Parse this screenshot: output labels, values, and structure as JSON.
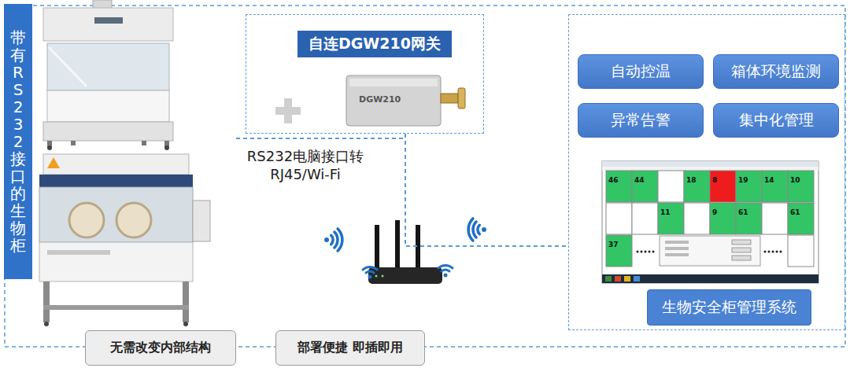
{
  "diagram": {
    "nodes": [
      {
        "text": [
          "带有RS232接口的生物柜"
        ]
      },
      {
        "text": [
          "自连DGW210网关"
        ]
      },
      {
        "text": [
          "生物安全柜管理系统"
        ]
      },
      {
        "text": [
          "自动控温"
        ],
        "in": 2
      },
      {
        "text": [
          "箱体环境监测"
        ],
        "in": 2
      },
      {
        "text": [
          "异常告警"
        ],
        "in": 2
      },
      {
        "text": [
          "集中化管理"
        ],
        "in": 2
      },
      {
        "text": [
          "无需改变内部结构"
        ]
      },
      {
        "text": [
          "部署便捷 即插即用"
        ]
      }
    ],
    "edges": [
      {
        "from": 1,
        "to": 2,
        "arrow": "none",
        "label": "RS232电脑接口转 RJ45/Wi-Fi"
      }
    ],
    "labels": [
      "DGW210",
      "46",
      "44",
      "18",
      "8",
      "19",
      "14",
      "10",
      "11",
      "9",
      "61",
      "61",
      "37"
    ]
  }
}
